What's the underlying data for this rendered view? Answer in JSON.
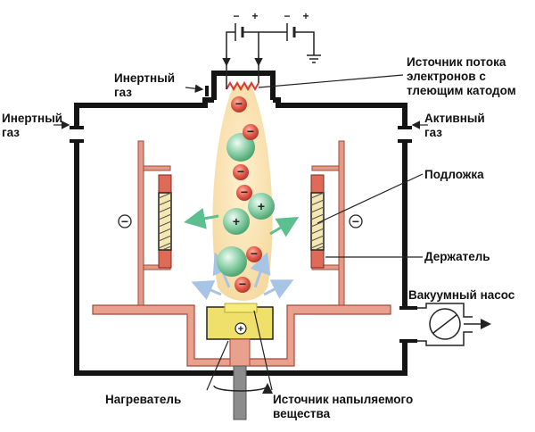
{
  "labels": {
    "inert_gas_top_line1": "Инертный",
    "inert_gas_top_line2": "газ",
    "inert_gas_left_line1": "Инертный",
    "inert_gas_left_line2": "газ",
    "active_gas_line1": "Активный",
    "active_gas_line2": "газ",
    "electron_source_line1": "Источник потока",
    "electron_source_line2": "электронов с",
    "electron_source_line3": "тлеющим катодом",
    "substrate": "Подложка",
    "holder": "Держатель",
    "vacuum_pump": "Вакуумный насос",
    "heater": "Нагреватель",
    "source_line1": "Источник напыляемого",
    "source_line2": "вещества"
  },
  "signs": {
    "minus": "−",
    "plus": "+",
    "battery1_minus": "−",
    "battery1_plus": "+",
    "battery2_minus": "−",
    "battery2_plus": "+",
    "left_holder_sign": "−",
    "right_holder_sign": "−",
    "crucible_sign": "+"
  },
  "colors": {
    "chamber_wall": "#141414",
    "holder": "#e39a86",
    "plasma": "#f7dfae",
    "electron": "#e0584e",
    "ion": "#78c596",
    "arrow_green": "#5cbf90",
    "arrow_blue": "#a8c4e4",
    "crucible": "#f0e56a",
    "shaft": "#8c8c8c"
  }
}
